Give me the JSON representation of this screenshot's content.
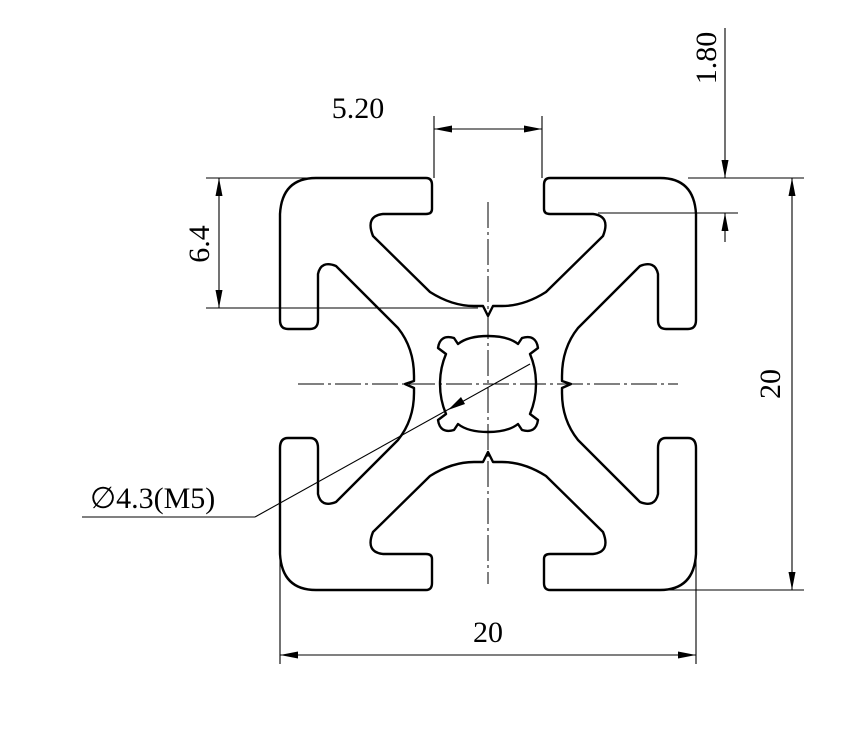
{
  "drawing": {
    "dimensions": {
      "slot_opening": "5.20",
      "slot_depth": "6.4",
      "lip_thickness": "1.80",
      "height": "20",
      "width": "20",
      "center_bore": "4.3(M5)"
    },
    "diameter_symbol": "∅",
    "icon": "aluminum-profile-cross-section"
  }
}
